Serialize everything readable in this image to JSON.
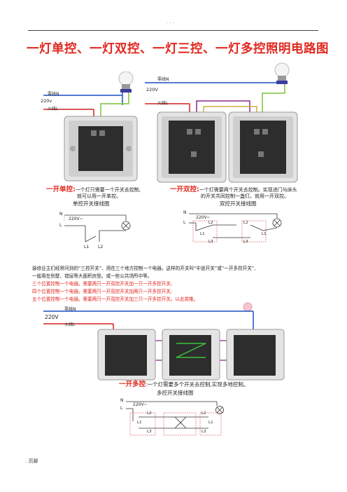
{
  "header": {
    "dots": ". . ."
  },
  "title": "一灯单控、一灯双控、一灯三控、一灯多控照明电路图",
  "fig1": {
    "neutral": "零线N",
    "voltage": "220v",
    "live": "火线L",
    "cap_head": "一开单控:",
    "cap_l1": "一个灯只需要一个开关去控制,",
    "cap_l2": "就可以用一开单控。"
  },
  "fig2": {
    "neutral": "零线N",
    "voltage": "220V",
    "live": "火线L",
    "cap_head": "一开双控:",
    "cap_l1": "一个灯需要两个开关去控制。实现进门与床头",
    "cap_l2": "的开关共同控制一盏灯。就用一开双控。"
  },
  "diag1": {
    "title": "单控开关接线图",
    "n": "N",
    "l": "L",
    "v": "220V~",
    "l1": "L1",
    "l2": "L2"
  },
  "diag2": {
    "title": "双控开关接线图",
    "n": "N",
    "l": "L",
    "v": "220V~",
    "l1": "L1",
    "l2": "L2",
    "l3": "L3"
  },
  "body": {
    "p1": "装修业主们经常问到的“三控开关”、用在三个地方控制一个电器。这样的开关叫“中途开关”或“一开多控开关”,",
    "p2": "一般用在别墅、错层等大面积房型。或一些公共场所中等。",
    "r1": "三个位置控制一个电器。需要两只一开双控开关加一只一开多控开关;",
    "r2": "四个位置控制一个电器。需要两只一开双控开关加两只一开多控开关;",
    "r3": "五个位置控制一个电器。需要两只一开双控开关加三只一开多控开关。以此类推。"
  },
  "fig3": {
    "neutral": "零线N",
    "voltage": "220V",
    "live": "火线L",
    "cap_head": "一开多控",
    "cap_rest": ":一个灯需要多个开关去控制,实现多地控制。"
  },
  "diag3": {
    "title": "多控开关接线图",
    "n": "N",
    "l": "L",
    "v": "220V~",
    "l1": "L1",
    "l2": "L2",
    "l3": "L3"
  },
  "footer": {
    "text": ". 页脚"
  }
}
